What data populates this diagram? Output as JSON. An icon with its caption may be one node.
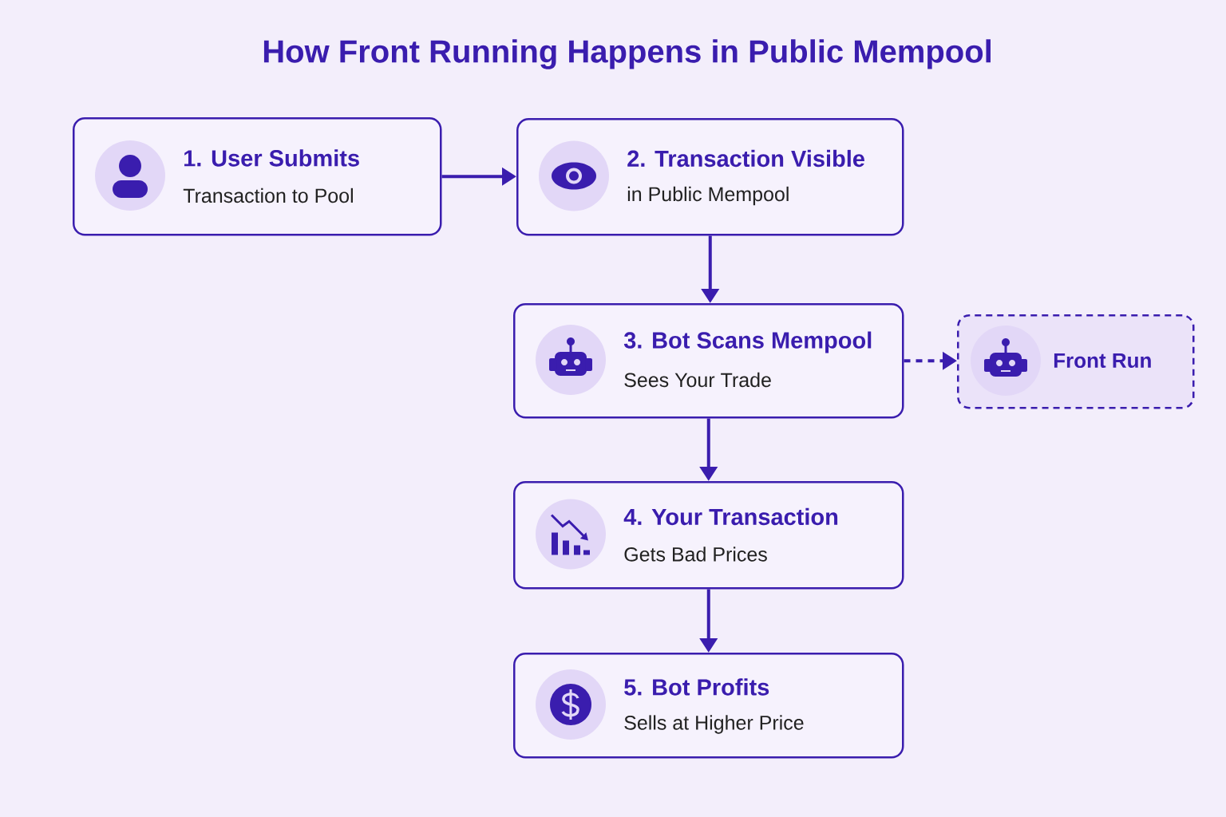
{
  "diagram": {
    "title": "How Front Running Happens in Public Mempool",
    "nodes": [
      {
        "text": [
          "1. User Submits",
          "Transaction to Pool"
        ]
      },
      {
        "text": [
          "2. Transaction Visible",
          "in Public Mempool"
        ]
      },
      {
        "text": [
          "3. Bot Scans Mempool",
          "Sees Your Trade"
        ]
      },
      {
        "text": [
          "Front Run"
        ]
      },
      {
        "text": [
          "4. Your Transaction",
          "Gets Bad Prices"
        ]
      },
      {
        "text": [
          "5. Bot Profits",
          "Sells at Higher Price"
        ]
      }
    ],
    "edges": [
      {
        "from": 0,
        "to": 1,
        "arrow": "to"
      },
      {
        "from": 1,
        "to": 2,
        "arrow": "to"
      },
      {
        "from": 2,
        "to": 3,
        "arrow": "to",
        "style": "dashed"
      },
      {
        "from": 2,
        "to": 4,
        "arrow": "to"
      },
      {
        "from": 4,
        "to": 5,
        "arrow": "to"
      }
    ]
  }
}
